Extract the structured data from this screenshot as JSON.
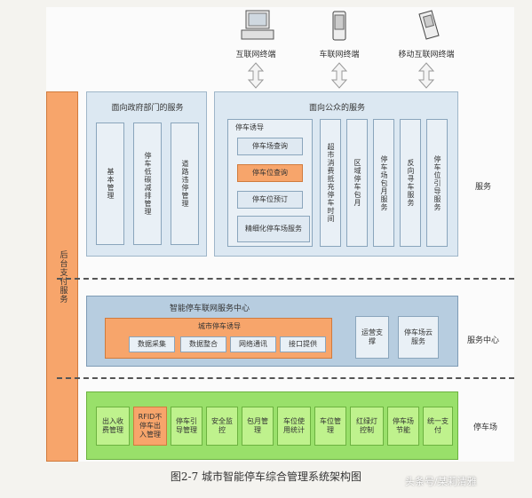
{
  "terminals": [
    "互联网终端",
    "车联网终端",
    "移动互联网终端"
  ],
  "backend": "后台支付服务",
  "layer_labels": [
    "服务",
    "服务中心",
    "停车场"
  ],
  "gov": {
    "title": "面向政府部门的服务",
    "items": [
      "基本管理",
      "停车低碳减排管理",
      "道路违停管理"
    ]
  },
  "public": {
    "title": "面向公众的服务",
    "guide_title": "停车诱导",
    "guide_items": [
      "停车场查询",
      "停车位查询",
      "停车位预订",
      "精细化停车场服务"
    ],
    "columns": [
      "超市消费抵充停车时间",
      "区域停车包月",
      "停车场包月服务",
      "反向寻车服务",
      "停车位引导服务"
    ]
  },
  "center": {
    "title": "智能停车联网服务中心",
    "guide_title": "城市停车诱导",
    "guide_items": [
      "数据采集",
      "数据整合",
      "网络通讯",
      "接口提供"
    ],
    "side_items": [
      "运营支撑",
      "停车场云服务"
    ]
  },
  "parking_items": [
    "出入收费管理",
    "RFID不停车出入管理",
    "停车引导管理",
    "安全监控",
    "包月管理",
    "车位使用统计",
    "车位管理",
    "红绿灯控制",
    "停车场节能",
    "统一支付"
  ],
  "caption": "图2-7 城市智能停车综合管理系统架构图",
  "watermark": "头条号/某莉清雅",
  "colors": {
    "orange": "#f7a56b",
    "blue": "#b7cde0",
    "green": "#99e06a"
  }
}
